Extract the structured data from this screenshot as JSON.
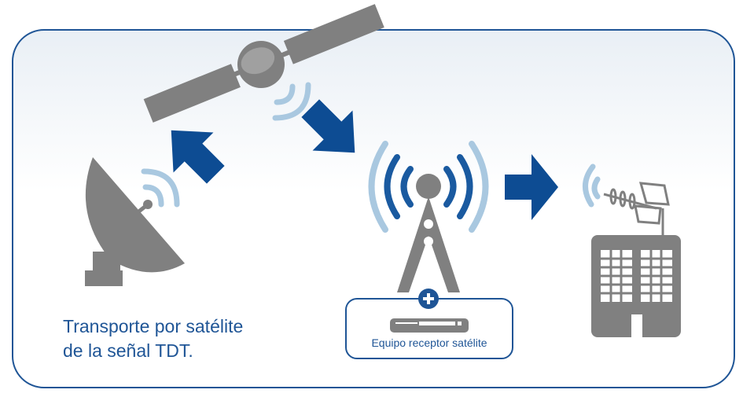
{
  "caption": {
    "line1": "Transporte por satélite",
    "line2": "de la señal TDT."
  },
  "receiver": {
    "label": "Equipo receptor satélite",
    "plus_icon": "plus-icon"
  },
  "colors": {
    "border": "#1f5596",
    "arrow": "#0d4c93",
    "wave_light": "#a9c8e0",
    "wave_dark": "#1a5aa0",
    "gray": "#808080"
  }
}
